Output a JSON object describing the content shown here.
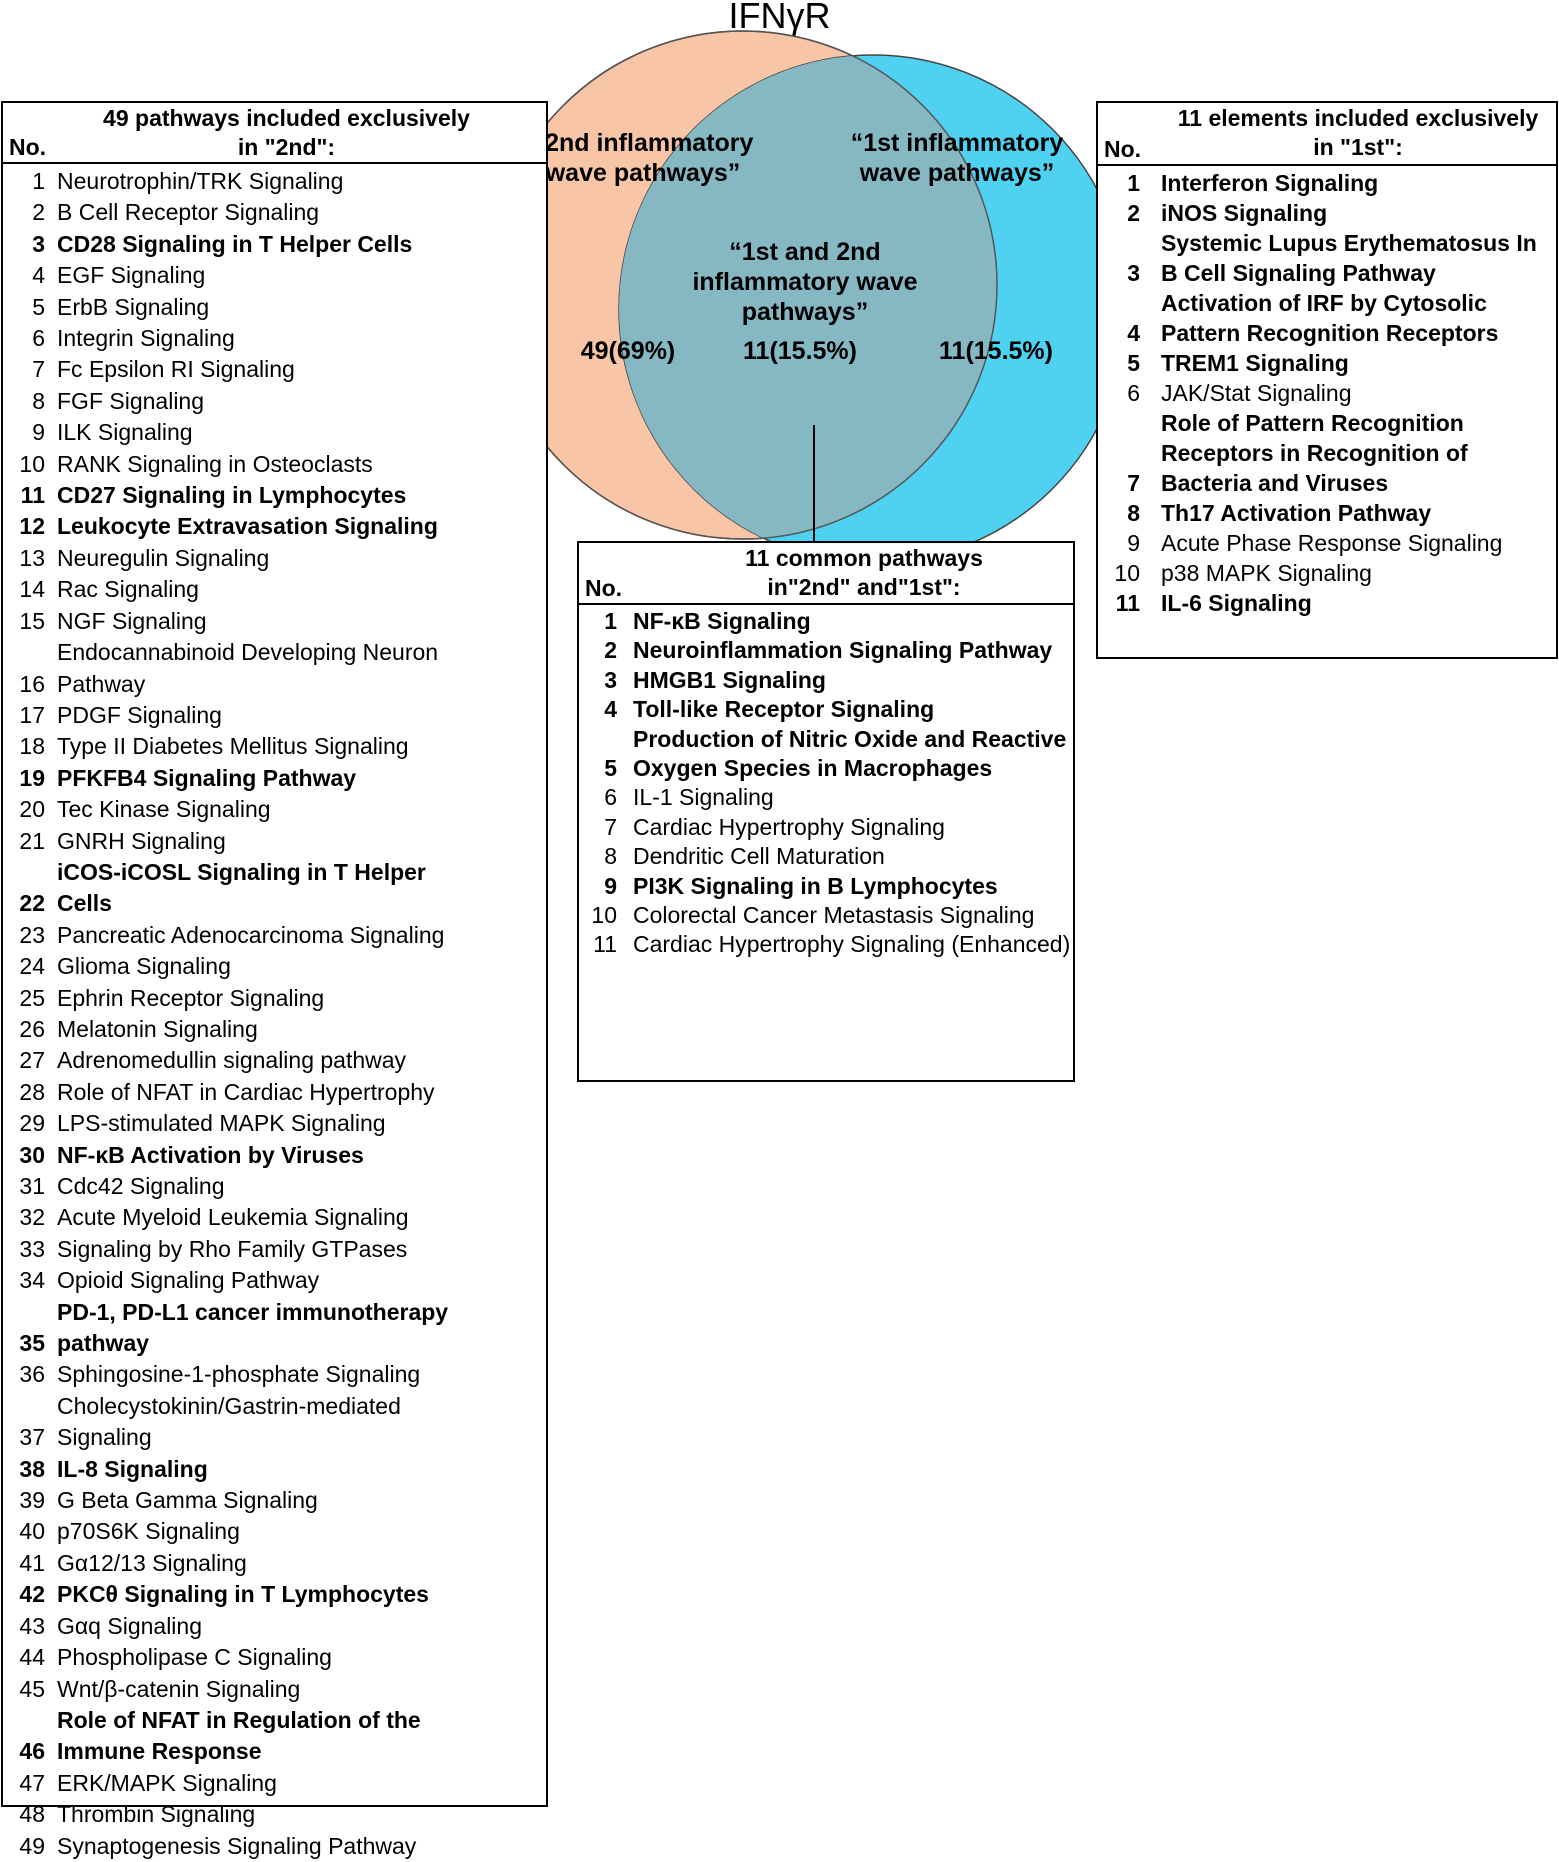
{
  "title": "IFNγR",
  "venn": {
    "label_2nd": [
      "“2nd inflammatory",
      "wave pathways”"
    ],
    "label_1st": [
      "“1st inflammatory",
      "wave pathways”"
    ],
    "label_both": [
      "“1st and 2nd",
      "inflammatory wave",
      "pathways”"
    ],
    "count_2nd": "49(69%)",
    "count_both": "11(15.5%)",
    "count_1st": "11(15.5%)",
    "colors": {
      "second": "#F8C6A6",
      "first": "#4FD2F2",
      "overlap": "#86B8C4"
    }
  },
  "left_box": {
    "no_header": "No.",
    "title": [
      "49 pathways included exclusively",
      "in \"2nd\":"
    ],
    "rows": [
      {
        "n": "1",
        "t": "Neurotrophin/TRK Signaling",
        "b": false
      },
      {
        "n": "2",
        "t": "B Cell Receptor Signaling",
        "b": false
      },
      {
        "n": "3",
        "t": "CD28 Signaling in T Helper Cells",
        "b": true
      },
      {
        "n": "4",
        "t": "EGF Signaling",
        "b": false
      },
      {
        "n": "5",
        "t": "ErbB Signaling",
        "b": false
      },
      {
        "n": "6",
        "t": "Integrin Signaling",
        "b": false
      },
      {
        "n": "7",
        "t": "Fc Epsilon RI Signaling",
        "b": false
      },
      {
        "n": "8",
        "t": "FGF Signaling",
        "b": false
      },
      {
        "n": "9",
        "t": "ILK Signaling",
        "b": false
      },
      {
        "n": "10",
        "t": "RANK Signaling in Osteoclasts",
        "b": false
      },
      {
        "n": "11",
        "t": "CD27 Signaling in Lymphocytes",
        "b": true
      },
      {
        "n": "12",
        "t": "Leukocyte Extravasation Signaling",
        "b": true
      },
      {
        "n": "13",
        "t": "Neuregulin Signaling",
        "b": false
      },
      {
        "n": "14",
        "t": "Rac Signaling",
        "b": false
      },
      {
        "n": "15",
        "t": "NGF Signaling",
        "b": false
      },
      {
        "n": "16",
        "t": "Endocannabinoid Developing Neuron Pathway",
        "b": false
      },
      {
        "n": "17",
        "t": "PDGF Signaling",
        "b": false
      },
      {
        "n": "18",
        "t": "Type II Diabetes Mellitus Signaling",
        "b": false
      },
      {
        "n": "19",
        "t": "PFKFB4 Signaling Pathway",
        "b": true
      },
      {
        "n": "20",
        "t": "Tec Kinase Signaling",
        "b": false
      },
      {
        "n": "21",
        "t": "GNRH Signaling",
        "b": false
      },
      {
        "n": "22",
        "t": "iCOS-iCOSL Signaling in T Helper Cells",
        "b": true
      },
      {
        "n": "23",
        "t": "Pancreatic Adenocarcinoma Signaling",
        "b": false
      },
      {
        "n": "24",
        "t": "Glioma Signaling",
        "b": false
      },
      {
        "n": "25",
        "t": "Ephrin Receptor Signaling",
        "b": false
      },
      {
        "n": "26",
        "t": "Melatonin Signaling",
        "b": false
      },
      {
        "n": "27",
        "t": "Adrenomedullin signaling pathway",
        "b": false
      },
      {
        "n": "28",
        "t": "Role of NFAT in Cardiac Hypertrophy",
        "b": false
      },
      {
        "n": "29",
        "t": "LPS-stimulated MAPK Signaling",
        "b": false
      },
      {
        "n": "30",
        "t": "NF-κB Activation by Viruses",
        "b": true
      },
      {
        "n": "31",
        "t": "Cdc42 Signaling",
        "b": false
      },
      {
        "n": "32",
        "t": "Acute Myeloid Leukemia Signaling",
        "b": false
      },
      {
        "n": "33",
        "t": "Signaling by Rho Family GTPases",
        "b": false
      },
      {
        "n": "34",
        "t": "Opioid Signaling Pathway",
        "b": false
      },
      {
        "n": "35",
        "t": "PD-1, PD-L1 cancer immunotherapy pathway",
        "b": true
      },
      {
        "n": "36",
        "t": "Sphingosine-1-phosphate Signaling",
        "b": false
      },
      {
        "n": "37",
        "t": "Cholecystokinin/Gastrin-mediated Signaling",
        "b": false
      },
      {
        "n": "38",
        "t": "IL-8 Signaling",
        "b": true
      },
      {
        "n": "39",
        "t": "G Beta Gamma Signaling",
        "b": false
      },
      {
        "n": "40",
        "t": "p70S6K Signaling",
        "b": false
      },
      {
        "n": "41",
        "t": "Gα12/13 Signaling",
        "b": false
      },
      {
        "n": "42",
        "t": "PKCθ Signaling in T Lymphocytes",
        "b": true
      },
      {
        "n": "43",
        "t": "Gαq Signaling",
        "b": false
      },
      {
        "n": "44",
        "t": "Phospholipase C Signaling",
        "b": false
      },
      {
        "n": "45",
        "t": "Wnt/β-catenin Signaling",
        "b": false
      },
      {
        "n": "46",
        "t": "Role of NFAT in Regulation of the Immune Response",
        "b": true
      },
      {
        "n": "47",
        "t": "ERK/MAPK Signaling",
        "b": false
      },
      {
        "n": "48",
        "t": "Thrombin Signaling",
        "b": false
      },
      {
        "n": "49",
        "t": "Synaptogenesis Signaling Pathway",
        "b": false
      }
    ]
  },
  "mid_box": {
    "no_header": "No.",
    "title": [
      "11 common pathways",
      "in\"2nd\" and\"1st\":"
    ],
    "rows": [
      {
        "n": "1",
        "t": "NF-κB Signaling",
        "b": true
      },
      {
        "n": "2",
        "t": "Neuroinflammation Signaling Pathway",
        "b": true
      },
      {
        "n": "3",
        "t": "HMGB1 Signaling",
        "b": true
      },
      {
        "n": "4",
        "t": "Toll-like Receptor Signaling",
        "b": true
      },
      {
        "n": "5",
        "t": "Production of Nitric Oxide and Reactive Oxygen Species in Macrophages",
        "b": true
      },
      {
        "n": "6",
        "t": "IL-1 Signaling",
        "b": false
      },
      {
        "n": "7",
        "t": "Cardiac Hypertrophy Signaling",
        "b": false
      },
      {
        "n": "8",
        "t": "Dendritic Cell Maturation",
        "b": false
      },
      {
        "n": "9",
        "t": "PI3K Signaling in B Lymphocytes",
        "b": true
      },
      {
        "n": "10",
        "t": "Colorectal Cancer Metastasis Signaling",
        "b": false
      },
      {
        "n": "11",
        "t": "Cardiac Hypertrophy Signaling (Enhanced)",
        "b": false
      }
    ]
  },
  "right_box": {
    "no_header": "No.",
    "title": [
      "11 elements included exclusively",
      "in \"1st\":"
    ],
    "rows": [
      {
        "n": "1",
        "t": "Interferon Signaling",
        "b": true
      },
      {
        "n": "2",
        "t": "iNOS Signaling",
        "b": true
      },
      {
        "n": "3",
        "t": "Systemic Lupus Erythematosus In B Cell Signaling Pathway",
        "b": true
      },
      {
        "n": "4",
        "t": "Activation of IRF by Cytosolic Pattern Recognition Receptors",
        "b": true
      },
      {
        "n": "5",
        "t": "TREM1 Signaling",
        "b": true
      },
      {
        "n": "6",
        "t": "JAK/Stat Signaling",
        "b": false
      },
      {
        "n": "7",
        "t": "Role of Pattern Recognition Receptors in Recognition of Bacteria and Viruses",
        "b": true
      },
      {
        "n": "8",
        "t": "Th17 Activation Pathway",
        "b": true
      },
      {
        "n": "9",
        "t": "Acute Phase Response Signaling",
        "b": false
      },
      {
        "n": "10",
        "t": "p38 MAPK Signaling",
        "b": false
      },
      {
        "n": "11",
        "t": "IL-6 Signaling",
        "b": true
      }
    ]
  }
}
